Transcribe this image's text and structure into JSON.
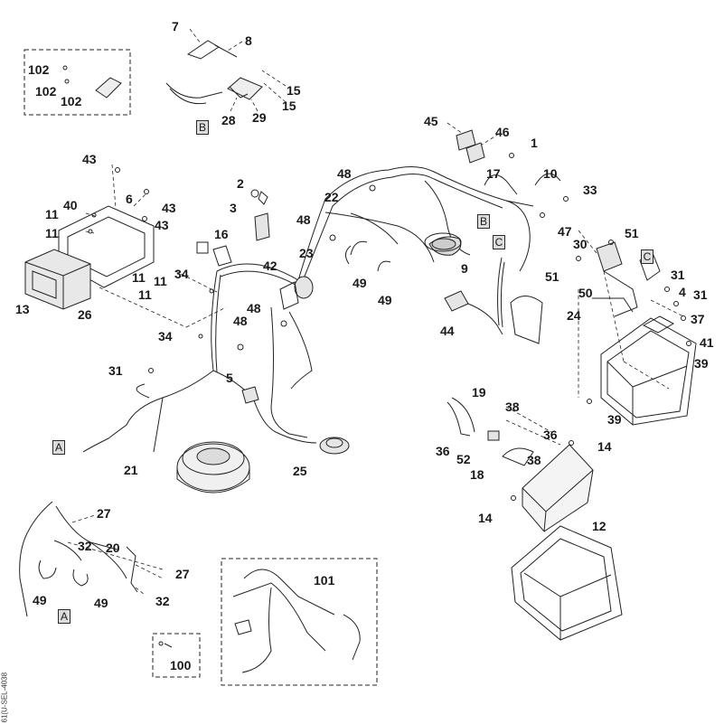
{
  "diagram": {
    "document_id": "61(U-SEL-4038",
    "callouts": [
      {
        "name": "callout-7",
        "text": "7"
      },
      {
        "name": "callout-8",
        "text": "8"
      },
      {
        "name": "callout-15a",
        "text": "15"
      },
      {
        "name": "callout-15b",
        "text": "15"
      },
      {
        "name": "callout-28",
        "text": "28"
      },
      {
        "name": "callout-29",
        "text": "29"
      },
      {
        "name": "callout-102a",
        "text": "102"
      },
      {
        "name": "callout-102b",
        "text": "102"
      },
      {
        "name": "callout-102c",
        "text": "102"
      },
      {
        "name": "callout-45",
        "text": "45"
      },
      {
        "name": "callout-46",
        "text": "46"
      },
      {
        "name": "callout-1",
        "text": "1"
      },
      {
        "name": "callout-17",
        "text": "17"
      },
      {
        "name": "callout-10",
        "text": "10"
      },
      {
        "name": "callout-33",
        "text": "33"
      },
      {
        "name": "callout-48a",
        "text": "48"
      },
      {
        "name": "callout-22",
        "text": "22"
      },
      {
        "name": "callout-43a",
        "text": "43"
      },
      {
        "name": "callout-6",
        "text": "6"
      },
      {
        "name": "callout-43b",
        "text": "43"
      },
      {
        "name": "callout-40",
        "text": "40"
      },
      {
        "name": "callout-11a",
        "text": "11"
      },
      {
        "name": "callout-11b",
        "text": "11"
      },
      {
        "name": "callout-43c",
        "text": "43"
      },
      {
        "name": "callout-2",
        "text": "2"
      },
      {
        "name": "callout-3",
        "text": "3"
      },
      {
        "name": "callout-16",
        "text": "16"
      },
      {
        "name": "callout-48b",
        "text": "48"
      },
      {
        "name": "callout-23",
        "text": "23"
      },
      {
        "name": "callout-42",
        "text": "42"
      },
      {
        "name": "callout-49a",
        "text": "49"
      },
      {
        "name": "callout-49b",
        "text": "49"
      },
      {
        "name": "callout-9",
        "text": "9"
      },
      {
        "name": "callout-47",
        "text": "47"
      },
      {
        "name": "callout-51a",
        "text": "51"
      },
      {
        "name": "callout-30",
        "text": "30"
      },
      {
        "name": "callout-51b",
        "text": "51"
      },
      {
        "name": "callout-31a",
        "text": "31"
      },
      {
        "name": "callout-50",
        "text": "50"
      },
      {
        "name": "callout-4",
        "text": "4"
      },
      {
        "name": "callout-31b",
        "text": "31"
      },
      {
        "name": "callout-24",
        "text": "24"
      },
      {
        "name": "callout-37",
        "text": "37"
      },
      {
        "name": "callout-41",
        "text": "41"
      },
      {
        "name": "callout-39a",
        "text": "39"
      },
      {
        "name": "callout-39b",
        "text": "39"
      },
      {
        "name": "callout-13",
        "text": "13"
      },
      {
        "name": "callout-26",
        "text": "26"
      },
      {
        "name": "callout-11c",
        "text": "11"
      },
      {
        "name": "callout-11d",
        "text": "11"
      },
      {
        "name": "callout-11e",
        "text": "11"
      },
      {
        "name": "callout-34a",
        "text": "34"
      },
      {
        "name": "callout-48c",
        "text": "48"
      },
      {
        "name": "callout-48d",
        "text": "48"
      },
      {
        "name": "callout-34b",
        "text": "34"
      },
      {
        "name": "callout-44",
        "text": "44"
      },
      {
        "name": "callout-31c",
        "text": "31"
      },
      {
        "name": "callout-5",
        "text": "5"
      },
      {
        "name": "callout-19",
        "text": "19"
      },
      {
        "name": "callout-38a",
        "text": "38"
      },
      {
        "name": "callout-36a",
        "text": "36"
      },
      {
        "name": "callout-36b",
        "text": "36"
      },
      {
        "name": "callout-52",
        "text": "52"
      },
      {
        "name": "callout-14a",
        "text": "14"
      },
      {
        "name": "callout-18",
        "text": "18"
      },
      {
        "name": "callout-38b",
        "text": "38"
      },
      {
        "name": "callout-21",
        "text": "21"
      },
      {
        "name": "callout-25",
        "text": "25"
      },
      {
        "name": "callout-14b",
        "text": "14"
      },
      {
        "name": "callout-12",
        "text": "12"
      },
      {
        "name": "callout-27a",
        "text": "27"
      },
      {
        "name": "callout-32a",
        "text": "32"
      },
      {
        "name": "callout-20",
        "text": "20"
      },
      {
        "name": "callout-27b",
        "text": "27"
      },
      {
        "name": "callout-49c",
        "text": "49"
      },
      {
        "name": "callout-49d",
        "text": "49"
      },
      {
        "name": "callout-32b",
        "text": "32"
      },
      {
        "name": "callout-101",
        "text": "101"
      },
      {
        "name": "callout-100",
        "text": "100"
      }
    ],
    "connector_refs": [
      {
        "name": "ref-b-top",
        "text": "B"
      },
      {
        "name": "ref-b-mid",
        "text": "B"
      },
      {
        "name": "ref-c-mid",
        "text": "C"
      },
      {
        "name": "ref-c-right",
        "text": "C"
      },
      {
        "name": "ref-a-mid",
        "text": "A"
      },
      {
        "name": "ref-a-bottom",
        "text": "A"
      }
    ]
  }
}
